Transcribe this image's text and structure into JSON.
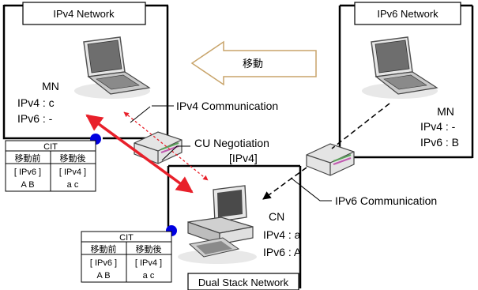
{
  "networks": {
    "ipv4": {
      "label": "IPv4 Network"
    },
    "ipv6": {
      "label": "IPv6 Network"
    },
    "dual": {
      "label": "Dual Stack Network"
    }
  },
  "move_arrow": {
    "label": "移動"
  },
  "mn_left": {
    "name": "MN",
    "ipv4": "IPv4 : c",
    "ipv6": "IPv6 :  -"
  },
  "mn_right": {
    "name": "MN",
    "ipv4": "IPv4 :  -",
    "ipv6": "IPv6 : B"
  },
  "cn": {
    "name": "CN",
    "ipv4": "IPv4 : a",
    "ipv6": "IPv6 : A"
  },
  "callouts": {
    "ipv4_comm": "IPv4 Communication",
    "cu_negotiation": "CU Negotiation",
    "cu_negotiation_sub": "[IPv4]",
    "ipv6_comm": "IPv6 Communication"
  },
  "cit_tables": [
    {
      "title": "CIT",
      "headers": [
        "移動前",
        "移動後"
      ],
      "row1": [
        "[ IPv6 ]",
        "[ IPv4 ]"
      ],
      "row2": [
        "A  B",
        "a  c"
      ]
    },
    {
      "title": "CIT",
      "headers": [
        "移動前",
        "移動後"
      ],
      "row1": [
        "[ IPv6 ]",
        "[ IPv4 ]"
      ],
      "row2": [
        "A  B",
        "a  c"
      ]
    }
  ],
  "colors": {
    "red_arrow": "#e8202a",
    "blue_dot": "#0000e0",
    "move_arrow_stroke": "#c8a46a"
  }
}
